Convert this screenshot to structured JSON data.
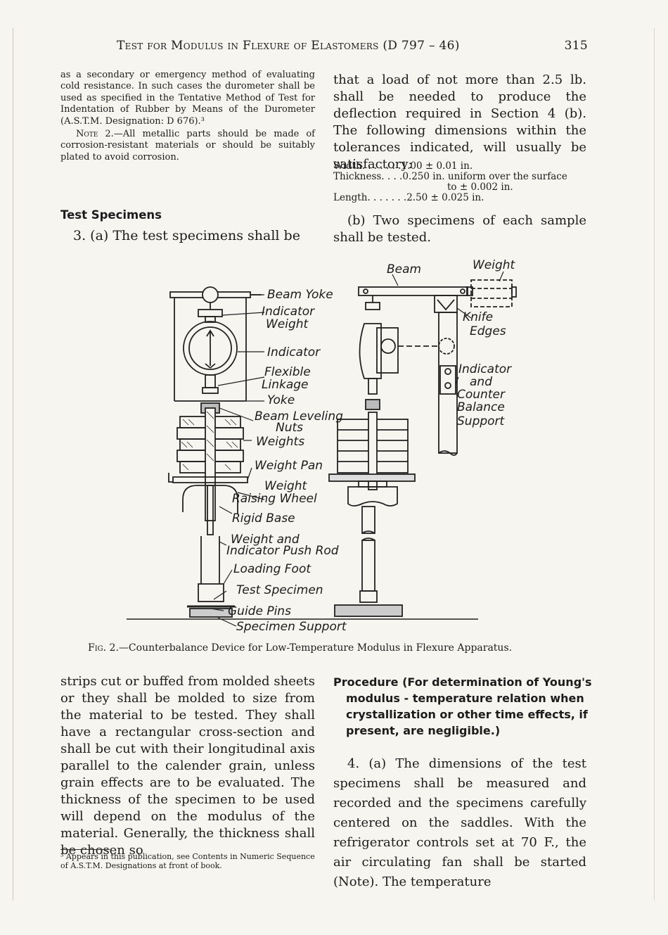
{
  "header": {
    "title": "Test for Modulus in Flexure of Elastomers (D 797 – 46)",
    "page_number": "315"
  },
  "top_left": {
    "para1": "as a secondary or emergency method of evaluating cold resistance. In such cases the durometer shall be used as specified in the Tentative Method of Test for Indentation of Rubber by Means of the Durometer (A.S.T.M. Designation: D 676).³",
    "note_label": "Note 2.",
    "note_text": "—All metallic parts should be made of corrosion-resistant materials or should be suitably plated to avoid corrosion.",
    "heading": "Test Specimens",
    "para2": "3. (a) The test specimens shall be"
  },
  "top_right": {
    "para1": "that a load of not more than 2.5 lb. shall be needed to produce the deflection required in Section 4 (b). The following dimensions within the tolerances indicated, will usually be satisfactory:",
    "width_row": "Width. . . . . . .1.00 ± 0.01 in.",
    "thickness_row": "Thickness. . . .0.250 in. uniform over the surface",
    "thickness_row2": "to ± 0.002 in.",
    "length_row": "Length. . . . . . .2.50 ± 0.025 in.",
    "para2": "(b) Two specimens of each sample shall be tested."
  },
  "figure": {
    "labels": {
      "beam_yoke": "Beam Yoke",
      "indicator_weight_1": "Indicator",
      "indicator_weight_2": "Weight",
      "indicator": "Indicator",
      "flexible_linkage_1": "Flexible",
      "flexible_linkage_2": "Linkage",
      "yoke": "Yoke",
      "beam_leveling_1": "Beam Leveling",
      "beam_leveling_2": "Nuts",
      "weights": "Weights",
      "weight_pan": "Weight Pan",
      "weight_raising_1": "Weight",
      "weight_raising_2": "Raising Wheel",
      "rigid_base": "Rigid Base",
      "push_rod_1": "Weight and",
      "push_rod_2": "Indicator Push Rod",
      "loading_foot": "Loading Foot",
      "test_specimen": "Test Specimen",
      "guide_pins": "Guide Pins",
      "specimen_support": "Specimen Support",
      "beam": "Beam",
      "weight": "Weight",
      "knife_edges_1": "Knife",
      "knife_edges_2": "Edges",
      "icb_1": "Indicator",
      "icb_2": "and",
      "icb_3": "Counter",
      "icb_4": "Balance",
      "icb_5": "Support"
    },
    "caption_label": "Fig. 2.",
    "caption_text": "—Counterbalance Device for Low-Temperature Modulus in Flexure Apparatus."
  },
  "bottom_left": {
    "para": "strips cut or buffed from molded sheets or they shall be molded to size from the material to be tested. They shall have a rectangular cross-section and shall be cut with their longitudinal axis parallel to the calender grain, unless grain effects are to be evaluated. The thickness of the specimen to be used will depend on the modulus of the material. Generally, the thickness shall be chosen so",
    "footnote": "³ Appears in this publication, see Contents in Numeric Sequence of A.S.T.M. Designations at front of book."
  },
  "bottom_right": {
    "heading": "Procedure (For determination of Young's modulus - temperature relation when crystallization or other time effects, if present, are negligible.)",
    "para": "4. (a) The dimensions of the test specimens shall be measured and recorded and the specimens carefully centered on the saddles. With the refrigerator controls set at 70 F., the air circulating fan shall be started (Note). The temperature"
  }
}
